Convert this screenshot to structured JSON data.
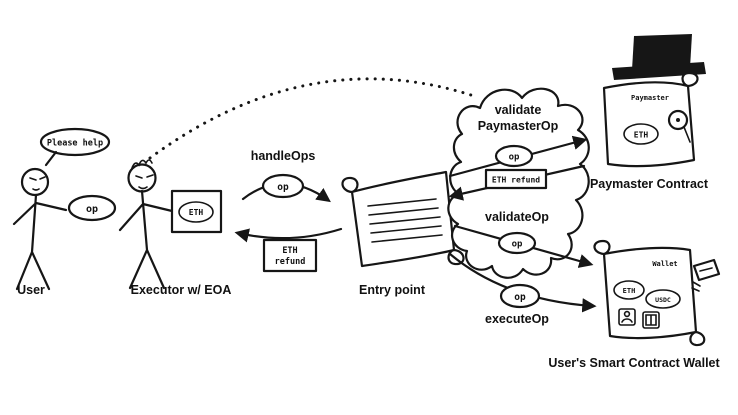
{
  "tokens": {
    "op": "op",
    "eth": "ETH",
    "usdc": "USDC",
    "eth_refund": "ETH refund",
    "eth_refund_line1": "ETH",
    "eth_refund_line2": "refund"
  },
  "actors": {
    "user": {
      "label": "User",
      "speech": "Please help"
    },
    "executor": {
      "label": "Executor w/ EOA"
    },
    "entry_point": {
      "label": "Entry point"
    },
    "paymaster": {
      "label": "Paymaster Contract",
      "scroll_title": "Paymaster"
    },
    "wallet": {
      "label": "User's Smart Contract Wallet",
      "scroll_title": "Wallet"
    }
  },
  "flows": {
    "handle_ops": "handleOps",
    "validate_paymaster_line1": "validate",
    "validate_paymaster_line2": "PaymasterOp",
    "validate_op": "validateOp",
    "execute_op": "executeOp"
  },
  "colors": {
    "ink": "#161616",
    "background": "#ffffff"
  }
}
